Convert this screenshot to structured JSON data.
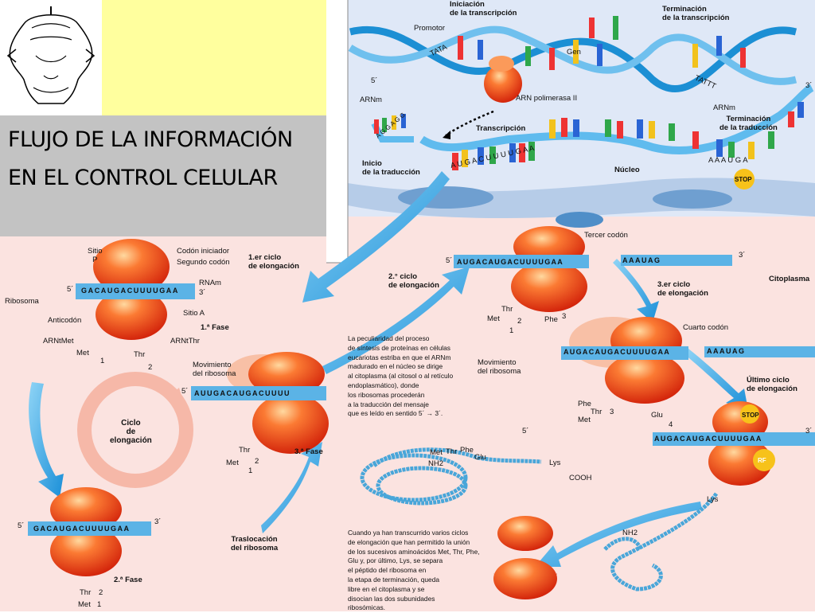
{
  "title": {
    "line1": "FLUJO DE LA INFORMACIÓN",
    "line2": "EN EL CONTROL CELULAR"
  },
  "nucleus": {
    "initiation": "Iniciación\nde la transcripción",
    "termination": "Terminación\nde la transcripción",
    "promoter": "Promotor",
    "tata": "TATA",
    "gene": "Gen",
    "tattt": "TATTT",
    "polymerase": "ARN polimerasa II",
    "five_prime": "5´",
    "three_prime": "3´",
    "arnm": "ARNm",
    "arnm2": "ARNm",
    "transcription": "Transcripción",
    "translation_end": "Terminación\nde la traducción",
    "translation_start": "Inicio\nde la traducción",
    "nucleus_label": "Núcleo",
    "stop": "STOP",
    "codons_start": "A U G  A C U  U U U  G A A",
    "codons_end": "A A A  U G A",
    "agg": "A G G A G G"
  },
  "left_panel": {
    "site_p": "Sitio\nP",
    "start_codon": "Codón iniciador",
    "second_codon": "Segundo codón",
    "first_cycle": "1.er ciclo\nde elongación",
    "rnam": "RNAm",
    "ribosome": "Ribosoma",
    "five_prime": "5´",
    "three_prime": "3´",
    "site_a": "Sitio A",
    "anticodon": "Anticodón",
    "phase1": "1.ª Fase",
    "trna_met": "ARNtMet",
    "trna_thr": "ARNtThr",
    "met": "Met",
    "thr": "Thr",
    "n1": "1",
    "n2": "2",
    "movement": "Movimiento\ndel ribosoma",
    "cycle": "Ciclo\nde\nelongación",
    "phase3": "3.ª Fase",
    "phase2": "2.ª Fase",
    "translocation": "Traslocación\ndel ribosoma",
    "seq1": "GACAUGACUUUUGAA",
    "seq2": "AUUGACAUGACUUUU"
  },
  "right_panel": {
    "second_cycle": "2.° ciclo\nde elongación",
    "third_codon": "Tercer codón",
    "cytoplasm": "Citoplasma",
    "third_cycle": "3.er ciclo\nde elongación",
    "fourth_codon": "Cuarto codón",
    "movement": "Movimiento\ndel ribosoma",
    "last_cycle": "Último ciclo\nde elongación",
    "phe": "Phe",
    "glu": "Glu",
    "lys": "Lys",
    "cooh": "COOH",
    "nh2": "NH2",
    "rf": "RF",
    "stop": "STOP",
    "n3": "3",
    "n4": "4",
    "aaauag": "AAAUAG",
    "seq3": "AUGACAUGACUUUUGAA"
  },
  "text": {
    "para1": "La peculiaridad del proceso\nde síntesis de proteínas en células\neucariotas estriba en que el ARNm\nmadurado en el núcleo se dirige\nal citoplasma (al citosol o al retículo\nendoplasmático), donde\nlos ribosomas procederán\na la traducción del mensaje\nque es leído en sentido 5´ → 3´.",
    "para2": "Cuando ya han transcurrido varios ciclos\nde elongación que han permitido la unión\nde los sucesivos aminoácidos Met, Thr, Phe,\nGlu y, por último, Lys, se separa\nel péptido del ribosoma en\nla etapa de terminación, queda\nlibre en el citoplasma y se\ndisocian las dos subunidades\nribosómicas."
  },
  "colors": {
    "background_pink": "#fbe3e0",
    "nucleus_blue": "#dfe8f7",
    "ribosome": "#f0461e",
    "arrow": "#2aa3e5",
    "yellow": "#ffff9e",
    "grey": "#c3c3c3"
  }
}
